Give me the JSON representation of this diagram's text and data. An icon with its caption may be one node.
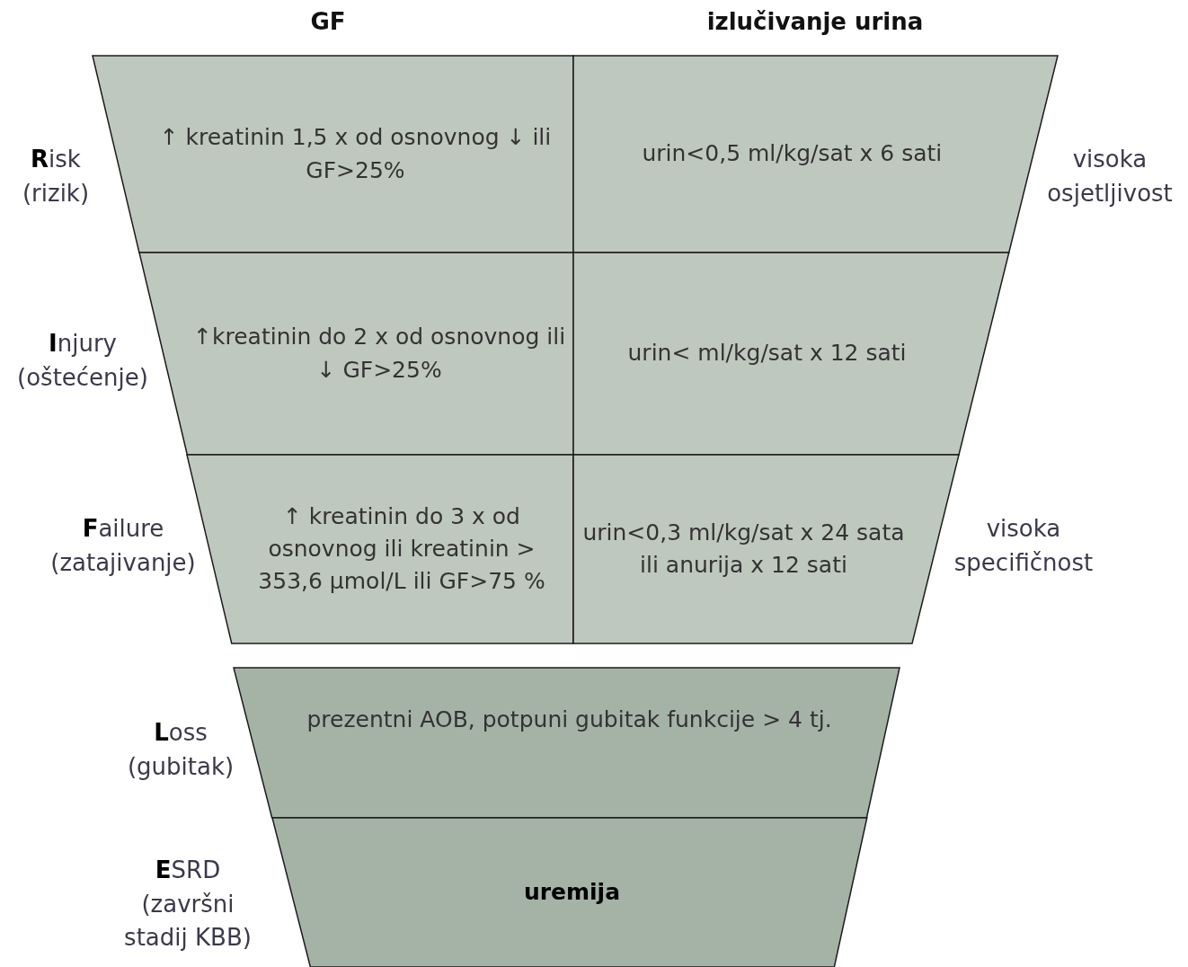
{
  "diagram": {
    "nodes": [
      {
        "text": [
          "↑ kreatinin 1,5 x od osnovnog ↓ ili GF>25%"
        ]
      },
      {
        "text": [
          "urin<0,5 ml/kg/sat x 6 sati"
        ]
      },
      {
        "text": [
          "↑kreatinin do 2 x od osnovnog ili ↓ GF>25%"
        ]
      },
      {
        "text": [
          "urin< ml/kg/sat x 12 sati"
        ]
      },
      {
        "text": [
          "↑ kreatinin do 3 x od osnovnog ili kreatinin > 353,6 µmol/L ili GF>75 %"
        ]
      },
      {
        "text": [
          "urin<0,3 ml/kg/sat x 24 sata ili anurija x 12 sati"
        ]
      },
      {
        "text": [
          "prezentni AOB, potpuni gubitak funkcije > 4 tj."
        ]
      },
      {
        "text": [
          "uremija"
        ]
      }
    ],
    "edges": [],
    "labels": [
      "GF",
      "izlučivanje urina",
      "**R**isk (rizik)",
      "visoka osjetljivost",
      "**I**njury (oštećenje)",
      "**F**ailure (zatajivanje)",
      "visoka specifičnost",
      "**L**oss (gubitak)",
      "**E**SRD (završni stadij KBB)"
    ]
  }
}
